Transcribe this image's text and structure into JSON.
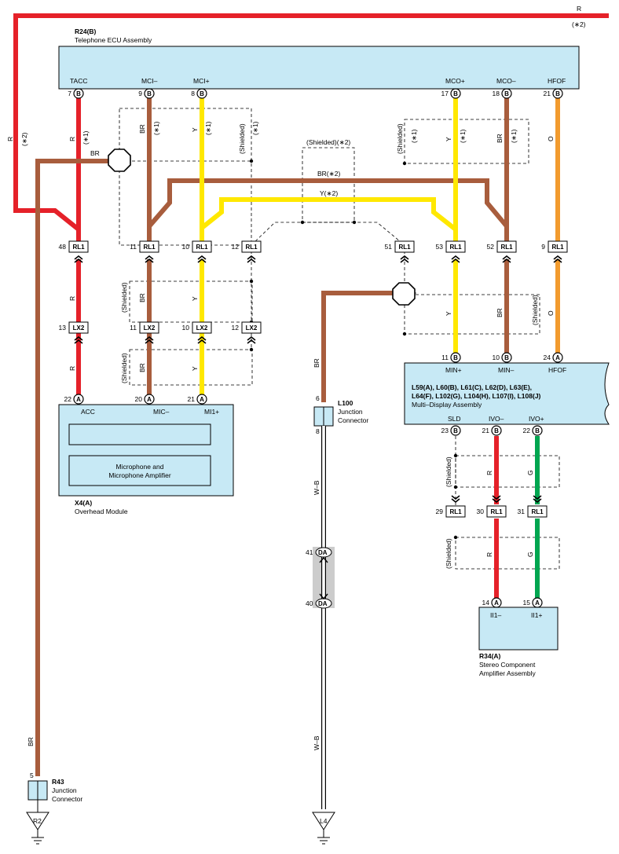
{
  "components": {
    "telephone_ecu": {
      "id": "R24(B)",
      "name": "Telephone ECU Assembly",
      "pins": [
        "TACC",
        "MCI–",
        "MCI+",
        "MCO+",
        "MCO–",
        "HFOF"
      ],
      "pin_numbers": [
        "7",
        "9",
        "8",
        "17",
        "18",
        "21"
      ]
    },
    "overhead_module": {
      "id": "X4(A)",
      "name": "Overhead Module",
      "pins": [
        "ACC",
        "MIC–",
        "MI1+"
      ],
      "pin_numbers": [
        "22",
        "20",
        "21"
      ],
      "inner_label_1": "Microphone and",
      "inner_label_2": "Microphone Amplifier"
    },
    "multi_display": {
      "id_line_1": "L59(A), L60(B), L61(C), L62(D), L63(E),",
      "id_line_2": "L64(F), L102(G), L104(H), L107(I), L108(J)",
      "name": "Multi–Display Assembly",
      "top_pins": [
        "MIN+",
        "MIN–",
        "HFOF"
      ],
      "top_pin_numbers": [
        "11",
        "10",
        "24"
      ],
      "bottom_pins": [
        "SLD",
        "IVO–",
        "IVO+"
      ],
      "bottom_pin_numbers": [
        "23",
        "21",
        "22"
      ]
    },
    "stereo_amp": {
      "id": "R34(A)",
      "name_line_1": "Stereo Component",
      "name_line_2": "Amplifier Assembly",
      "pins": [
        "II1–",
        "II1+"
      ],
      "pin_numbers": [
        "14",
        "15"
      ]
    },
    "junction_l100": {
      "id": "L100",
      "name_line_1": "Junction",
      "name_line_2": "Connector",
      "pin_top": "6",
      "pin_bottom": "8"
    },
    "junction_r43": {
      "id": "R43",
      "name_line_1": "Junction",
      "name_line_2": "Connector",
      "pin": "5"
    }
  },
  "connectors": {
    "rl1_upper": {
      "label": "RL1",
      "numbers": [
        "48",
        "11",
        "10",
        "12",
        "51",
        "53",
        "52",
        "9"
      ]
    },
    "lx2": {
      "label": "LX2",
      "numbers": [
        "13",
        "11",
        "10",
        "12"
      ]
    },
    "rl1_lower": {
      "label": "RL1",
      "numbers": [
        "29",
        "30",
        "31"
      ]
    },
    "da": {
      "label": "DA",
      "top": "41",
      "bottom": "40"
    }
  },
  "pin_letters": {
    "b": "B",
    "a": "A"
  },
  "grounds": {
    "left": "R2",
    "right": "L4"
  },
  "wire_labels": {
    "r": "R",
    "br": "BR",
    "y": "Y",
    "o": "O",
    "g": "G",
    "wb": "W–B",
    "star1": "(∗1)",
    "star2": "(∗2)",
    "br_star2": "BR(∗2)",
    "y_star2": "Y(∗2)",
    "shielded": "(Shielded)",
    "shielded_star2": "(Shielded)(∗2)"
  },
  "colors": {
    "red": "#e52129",
    "brown": "#a85d3d",
    "yellow": "#ffe800",
    "orange": "#f29b2e",
    "green": "#00a650",
    "box": "#c7e9f5",
    "grey": "#cccccc"
  }
}
